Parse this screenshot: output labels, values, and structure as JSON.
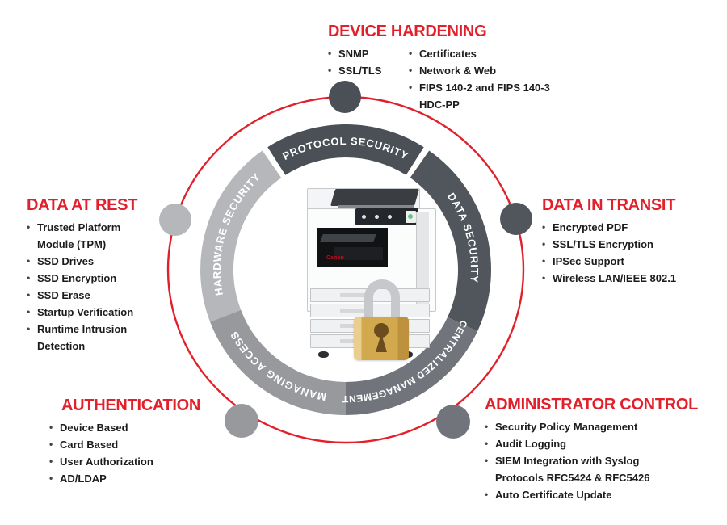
{
  "colors": {
    "accent_red": "#e2202b",
    "bullet_text": "#1c1c1c",
    "ring_label_text": "#ffffff"
  },
  "sections": {
    "device_hardening": {
      "title": "DEVICE HARDENING",
      "col1": [
        "SNMP",
        "SSL/TLS"
      ],
      "col2": [
        "Certificates",
        "Network & Web",
        "FIPS 140-2 and FIPS 140-3 HDC-PP"
      ]
    },
    "data_at_rest": {
      "title": "DATA AT REST",
      "items": [
        "Trusted Platform Module (TPM)",
        "SSD Drives",
        "SSD Encryption",
        "SSD Erase",
        "Startup Verification",
        "Runtime Intrusion Detection"
      ]
    },
    "data_in_transit": {
      "title": "DATA IN TRANSIT",
      "items": [
        "Encrypted PDF",
        "SSL/TLS Encryption",
        "IPSec Support",
        "Wireless LAN/IEEE 802.1"
      ]
    },
    "authentication": {
      "title": "AUTHENTICATION",
      "items": [
        "Device Based",
        "Card Based",
        "User Authorization",
        "AD/LDAP"
      ]
    },
    "administrator_control": {
      "title": "ADMINISTRATOR CONTROL",
      "items": [
        "Security Policy Management",
        "Audit Logging",
        "SIEM Integration with Syslog Protocols RFC5424 & RFC5426",
        "Auto Certificate Update"
      ]
    }
  },
  "ring": {
    "segments": [
      {
        "label": "PROTOCOL SECURITY",
        "color": "#4a5056"
      },
      {
        "label": "DATA SECURITY",
        "color": "#51565d"
      },
      {
        "label": "CENTRALIZED MANAGEMENT",
        "color": "#71757b"
      },
      {
        "label": "MANAGING ACCESS",
        "color": "#97999d"
      },
      {
        "label": "HARDWARE SECURITY",
        "color": "#b5b7ba"
      }
    ]
  },
  "printer": {
    "brand": "Canon"
  },
  "lock": {
    "body_color": "#d3a94d",
    "shackle_color": "#c6c8cc",
    "keyhole_color": "#6b4c1e"
  }
}
